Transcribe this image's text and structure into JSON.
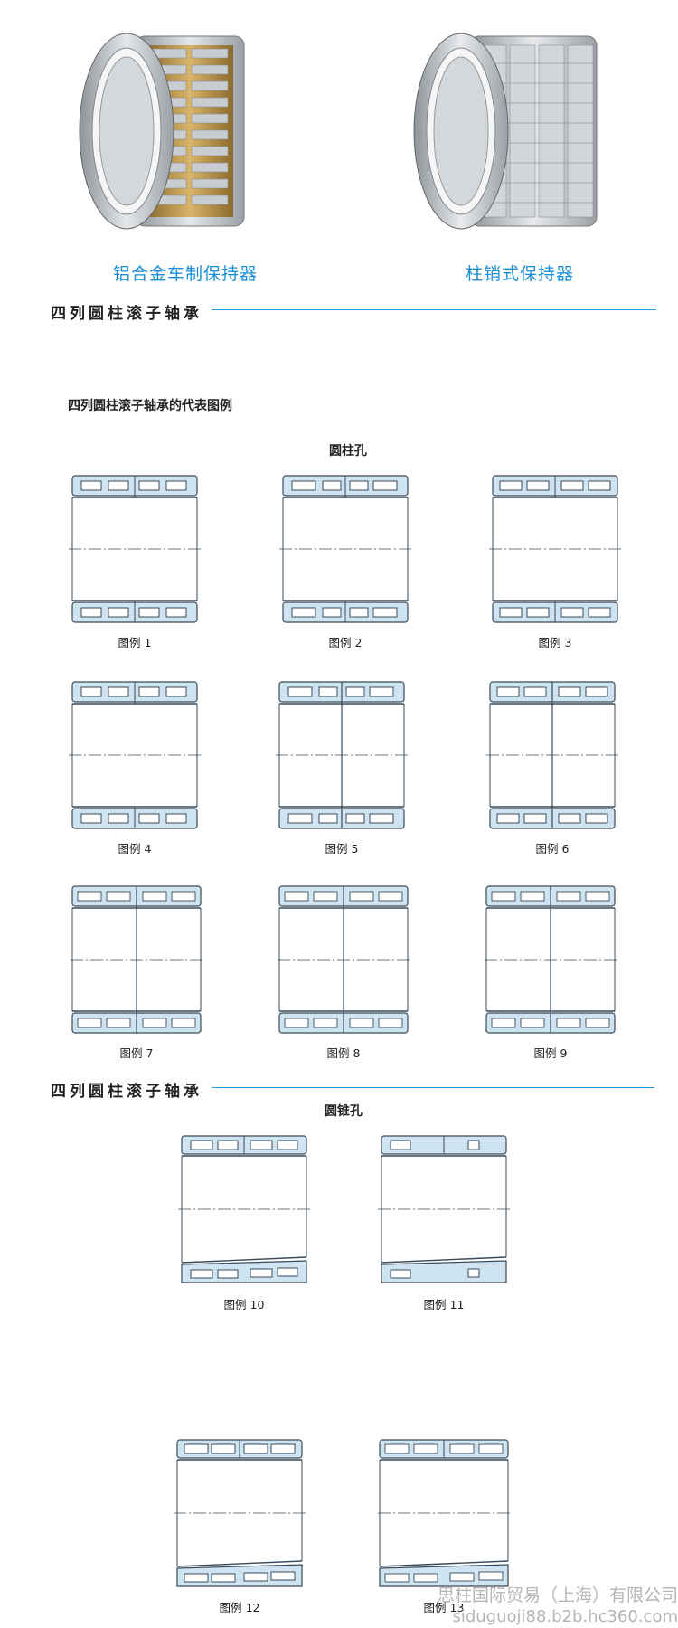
{
  "products": [
    {
      "caption": "铝合金车制保持器"
    },
    {
      "caption": "柱销式保持器"
    }
  ],
  "sections": [
    {
      "title": "四列圆柱滚子轴承"
    },
    {
      "title": "四列圆柱滚子轴承"
    }
  ],
  "subtitle": "四列圆柱滚子轴承的代表图例",
  "groups": [
    {
      "label": "圆柱孔"
    },
    {
      "label": "圆锥孔"
    }
  ],
  "figures": [
    {
      "label": "图例 1"
    },
    {
      "label": "图例 2"
    },
    {
      "label": "图例 3"
    },
    {
      "label": "图例 4"
    },
    {
      "label": "图例 5"
    },
    {
      "label": "图例 6"
    },
    {
      "label": "图例 7"
    },
    {
      "label": "图例 8"
    },
    {
      "label": "图例 9"
    },
    {
      "label": "图例 10"
    },
    {
      "label": "图例 11"
    },
    {
      "label": "图例 12"
    },
    {
      "label": "图例 13"
    }
  ],
  "watermark": {
    "company": "思柱国际贸易（上海）有限公司",
    "url": "siduguoji88.b2b.hc360.com"
  },
  "colors": {
    "accent": "#2a9be0",
    "caption": "#1b8fd6",
    "ring_fill": "#cfe4f1",
    "ring_stroke": "#3a4a5a"
  }
}
